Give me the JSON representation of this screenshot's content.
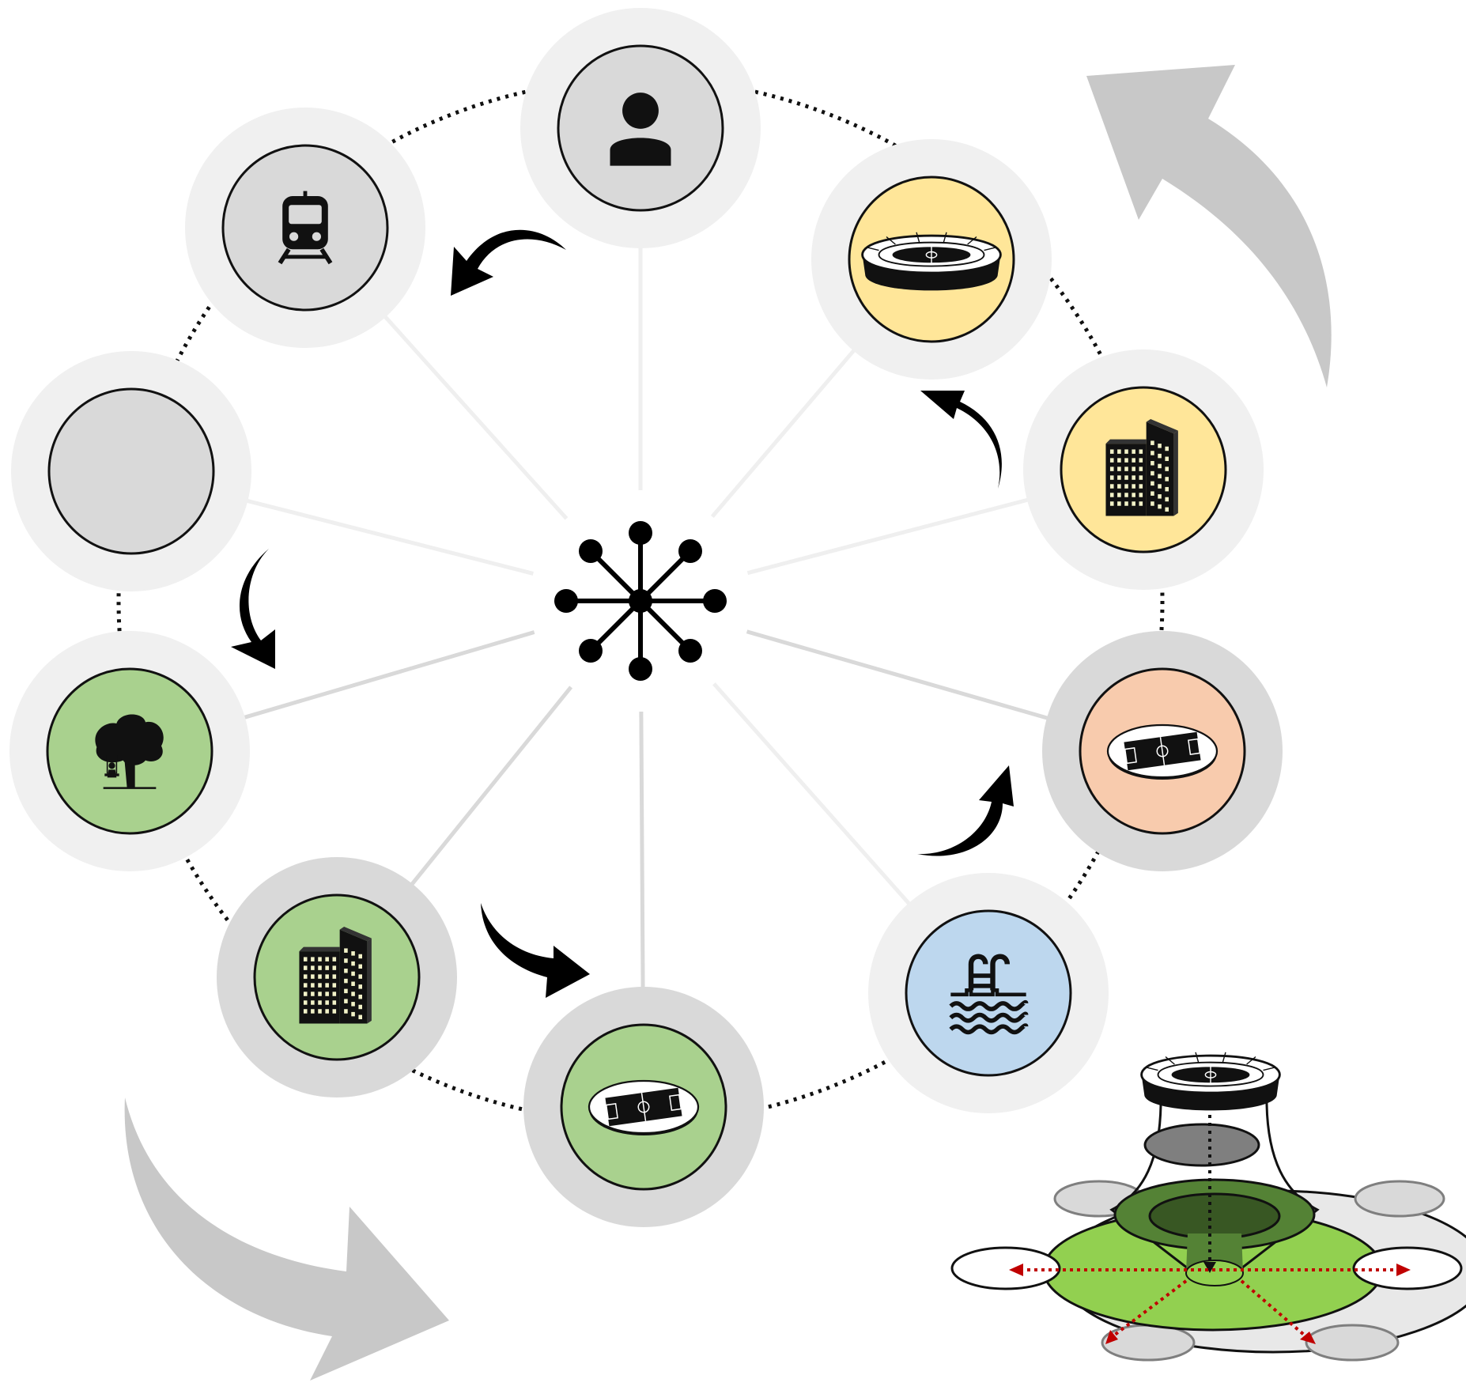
{
  "colors": {
    "halo_light": "#f0f0f0",
    "halo_dark": "#d9d9d9",
    "node_gray": "#d9d9d9",
    "node_yellow": "#ffe699",
    "node_green": "#a9d18e",
    "node_peach": "#f8cbad",
    "node_blue": "#bdd7ee",
    "spoke_light": "#efefef",
    "spoke_dark": "#d9d9d9",
    "big_arrow": "#c8c8c8",
    "flow_arrow": "#000000",
    "red_dotted": "#c00000",
    "inset_green": "#92d050",
    "inset_dark_green": "#385723"
  },
  "center": {
    "icon": "network-hub-icon"
  },
  "nodes": [
    {
      "id": "person",
      "icon": "person-icon",
      "fill": "node_gray",
      "halo": "halo_light"
    },
    {
      "id": "stadium",
      "icon": "stadium-icon",
      "fill": "node_yellow",
      "halo": "halo_light"
    },
    {
      "id": "building-yellow",
      "icon": "building-icon",
      "fill": "node_yellow",
      "halo": "halo_light"
    },
    {
      "id": "field-peach",
      "icon": "soccer-field-icon",
      "fill": "node_peach",
      "halo": "halo_dark"
    },
    {
      "id": "pool",
      "icon": "swimming-pool-icon",
      "fill": "node_blue",
      "halo": "halo_light"
    },
    {
      "id": "field-green",
      "icon": "soccer-field-icon",
      "fill": "node_green",
      "halo": "halo_dark"
    },
    {
      "id": "building-green",
      "icon": "building-icon",
      "fill": "node_green",
      "halo": "halo_dark"
    },
    {
      "id": "park",
      "icon": "tree-swing-icon",
      "fill": "node_green",
      "halo": "halo_light"
    },
    {
      "id": "empty",
      "icon": "",
      "fill": "node_gray",
      "halo": "halo_light"
    },
    {
      "id": "train",
      "icon": "train-icon",
      "fill": "node_gray",
      "halo": "halo_light"
    }
  ],
  "flow_arrows": [
    {
      "from": "person",
      "to": "train"
    },
    {
      "from": "empty",
      "to": "park"
    },
    {
      "from": "building-green",
      "to": "field-green"
    },
    {
      "from": "pool",
      "to": "field-peach"
    },
    {
      "from": "building-yellow",
      "to": "stadium"
    }
  ],
  "inset": {
    "icon": "stadium-catchment-icon"
  }
}
